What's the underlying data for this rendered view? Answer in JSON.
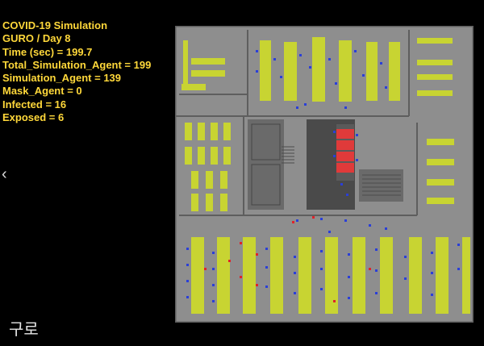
{
  "info": {
    "title": "COVID-19 Simulation",
    "location_day": "GURO / Day 8",
    "time": "Time (sec) = 199.7",
    "total_agents": "Total_Simulation_Agent = 199",
    "simulation_agents": "Simulation_Agent = 139",
    "mask_agents": "Mask_Agent = 0",
    "infected": "Infected = 16",
    "exposed": "Exposed = 6"
  },
  "nav": {
    "back_icon": "chevron-left-icon",
    "back_glyph": "‹"
  },
  "location_label": "구로",
  "colors": {
    "text": "#ffd83a",
    "desk": "#c8d432",
    "floor": "#8e8e8e",
    "wall": "#5e5e5e",
    "agent_normal": "#2a3fd8",
    "agent_infected": "#e0232a",
    "infected_zone": "#e03a3a"
  }
}
